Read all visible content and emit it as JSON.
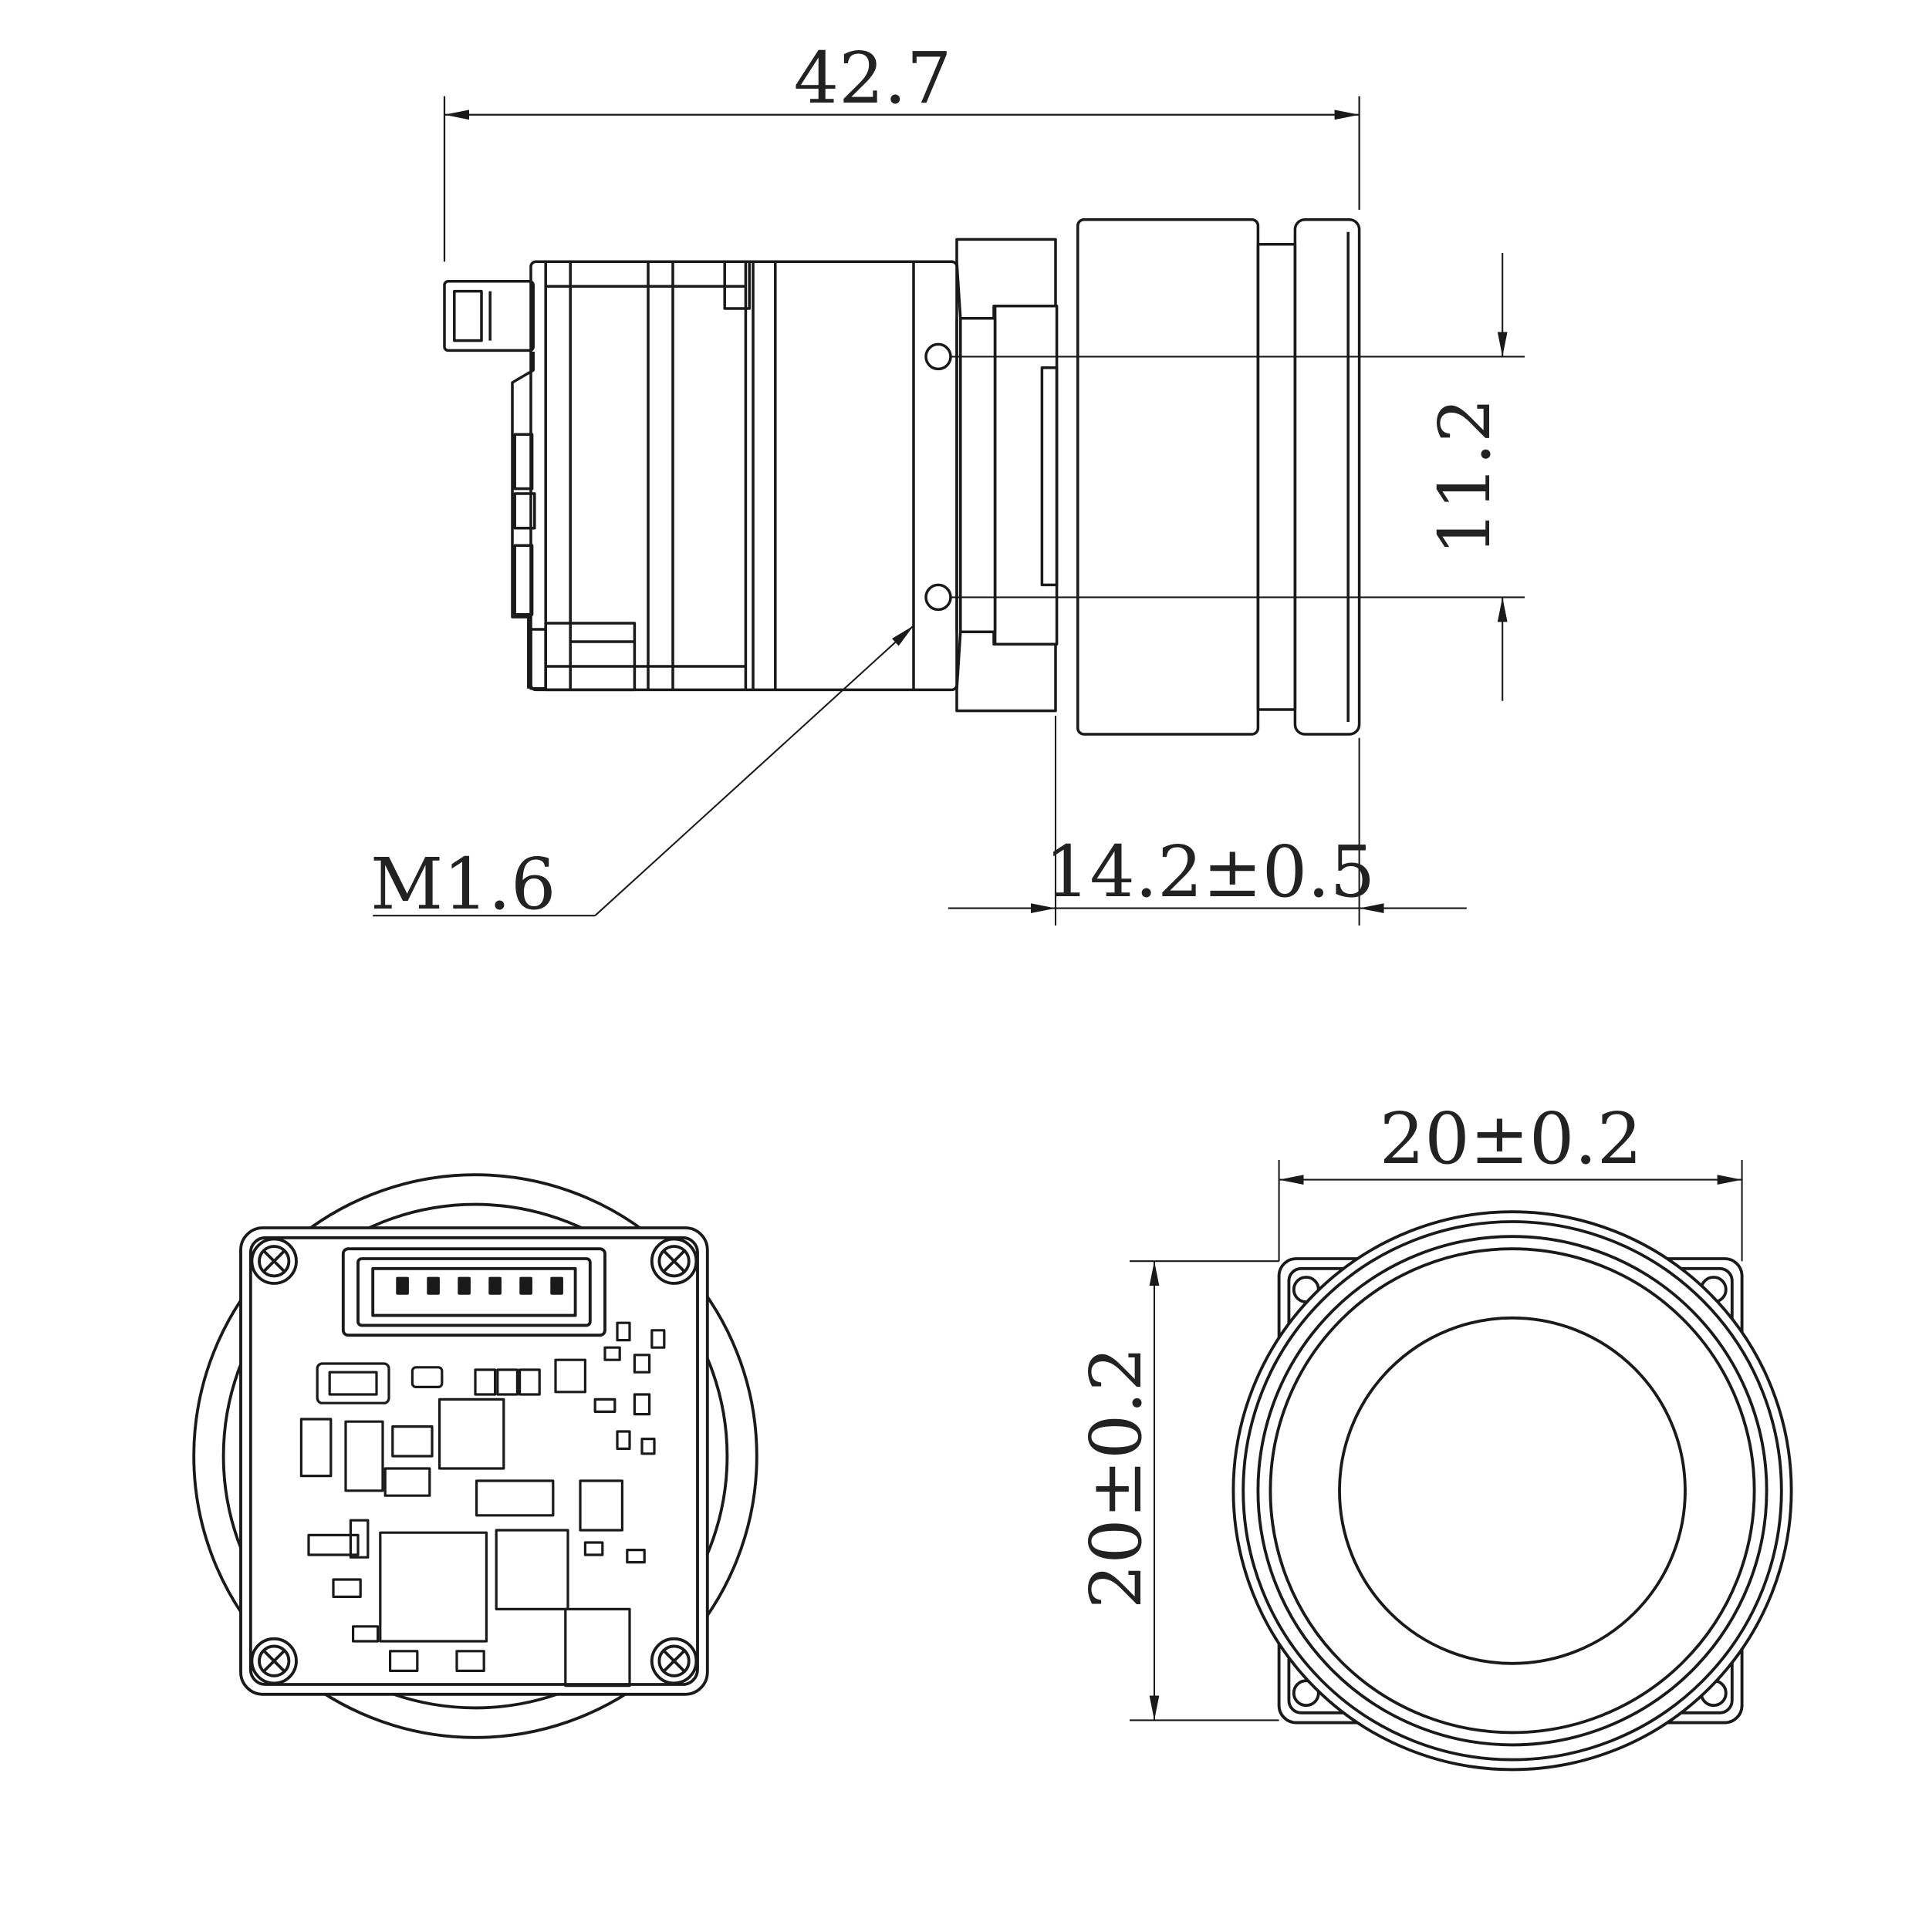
{
  "drawing": {
    "line_color": "#1a1a1a",
    "dimension_color": "#333333",
    "background": "#ffffff"
  },
  "side_view": {
    "overall_length": "42.7",
    "hole_spacing": "11.2",
    "lens_length": "14.2±0.5",
    "screw_callout": "M1.6"
  },
  "front_view": {
    "width": "20±0.2",
    "height": "20±0.2"
  },
  "rear_view": {
    "connector_pins": 6
  }
}
